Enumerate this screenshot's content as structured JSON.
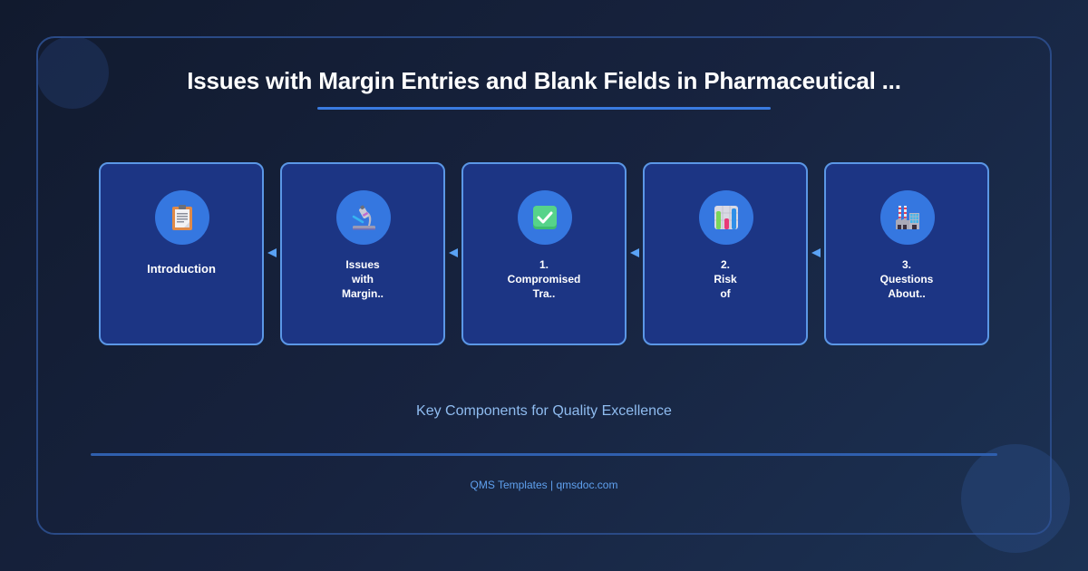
{
  "title": "Issues with Margin Entries and Blank Fields in Pharmaceutical ...",
  "flow": {
    "direction": "right-to-left arrows",
    "steps": [
      {
        "icon": "clipboard-icon",
        "lines": [
          "Introduction"
        ]
      },
      {
        "icon": "microscope-icon",
        "lines": [
          "Issues",
          "with",
          "Margin.."
        ]
      },
      {
        "icon": "check-mark-icon",
        "lines": [
          "1.",
          "Compromised",
          "Tra.."
        ]
      },
      {
        "icon": "bar-chart-icon",
        "lines": [
          "2.",
          "Risk",
          "of"
        ]
      },
      {
        "icon": "factory-icon",
        "lines": [
          "3.",
          "Questions",
          "About.."
        ]
      }
    ]
  },
  "subtitle": "Key Components for Quality Excellence",
  "footer": "QMS Templates | qmsdoc.com",
  "colors": {
    "background": "#141f36",
    "card_fill": "#1c3584",
    "card_border": "#5b97e6",
    "icon_circle": "#3577e0",
    "accent": "#3a7be0",
    "arrow": "#5aa2f5",
    "subtitle": "#8fbcf0",
    "footer": "#5fa0ee"
  }
}
